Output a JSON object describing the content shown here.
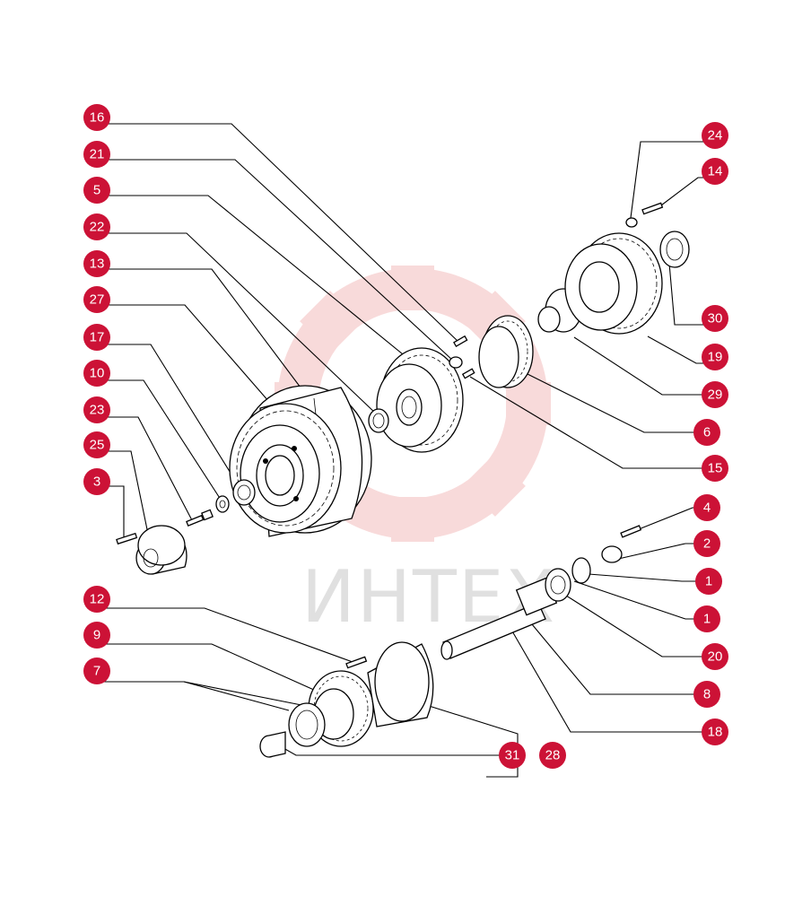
{
  "watermark": {
    "text": "ИНТЕХ",
    "color": "#e05a5a"
  },
  "callout_color": "#cc1236",
  "callouts": [
    {
      "id": "c16",
      "label": "16"
    },
    {
      "id": "c21",
      "label": "21"
    },
    {
      "id": "c5",
      "label": "5"
    },
    {
      "id": "c22",
      "label": "22"
    },
    {
      "id": "c13",
      "label": "13"
    },
    {
      "id": "c27",
      "label": "27"
    },
    {
      "id": "c17",
      "label": "17"
    },
    {
      "id": "c10",
      "label": "10"
    },
    {
      "id": "c23",
      "label": "23"
    },
    {
      "id": "c25",
      "label": "25"
    },
    {
      "id": "c3",
      "label": "3"
    },
    {
      "id": "c12",
      "label": "12"
    },
    {
      "id": "c9",
      "label": "9"
    },
    {
      "id": "c7",
      "label": "7"
    },
    {
      "id": "c24",
      "label": "24"
    },
    {
      "id": "c14",
      "label": "14"
    },
    {
      "id": "c30",
      "label": "30"
    },
    {
      "id": "c19",
      "label": "19"
    },
    {
      "id": "c29",
      "label": "29"
    },
    {
      "id": "c6",
      "label": "6"
    },
    {
      "id": "c15",
      "label": "15"
    },
    {
      "id": "c4",
      "label": "4"
    },
    {
      "id": "c2",
      "label": "2"
    },
    {
      "id": "c1a",
      "label": "1"
    },
    {
      "id": "c1b",
      "label": "1"
    },
    {
      "id": "c20",
      "label": "20"
    },
    {
      "id": "c8",
      "label": "8"
    },
    {
      "id": "c18",
      "label": "18"
    },
    {
      "id": "c31",
      "label": "31"
    },
    {
      "id": "c28",
      "label": "28"
    }
  ]
}
